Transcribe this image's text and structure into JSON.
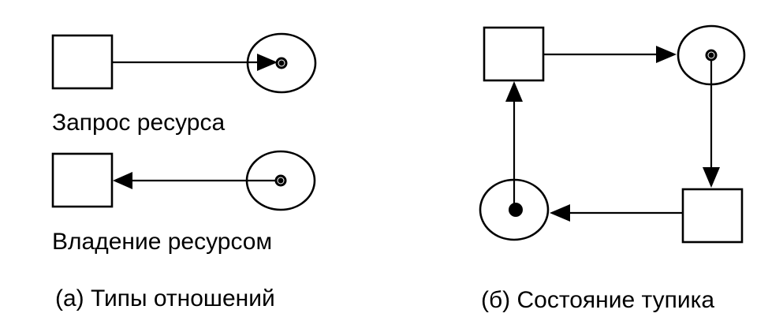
{
  "panel_a": {
    "request_label": "Запрос ресурса",
    "hold_label": "Владение ресурсом",
    "caption": "(а) Типы отношений"
  },
  "panel_b": {
    "caption": "(б) Состояние тупика"
  },
  "colors": {
    "ink": "#000000",
    "background": "#ffffff"
  }
}
